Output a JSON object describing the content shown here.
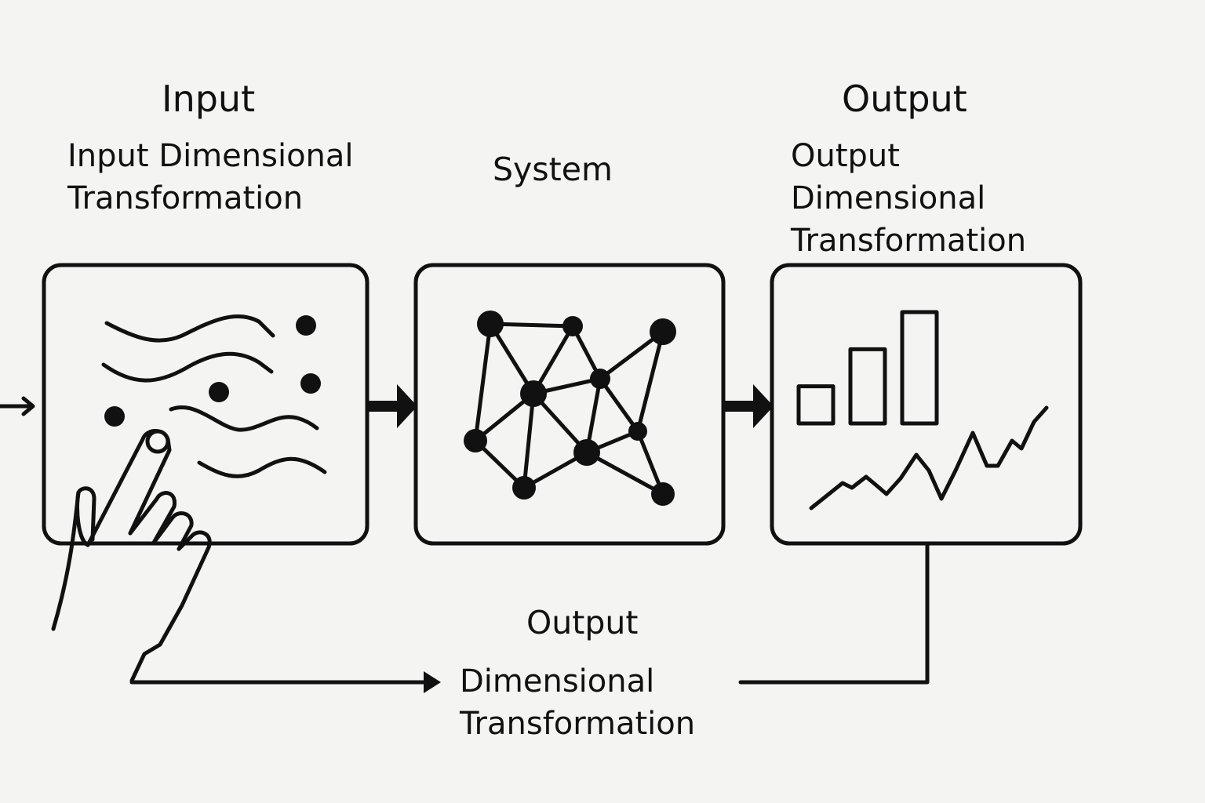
{
  "input": {
    "title": "Input",
    "subtitle_lines": [
      "Input Dimensional",
      "Transformation"
    ]
  },
  "system": {
    "title": "System"
  },
  "output": {
    "title": "Output",
    "subtitle_lines": [
      "Output",
      "Dimensional",
      "Transformation"
    ]
  },
  "feedback": {
    "title": "Output",
    "subtitle_lines": [
      "Dimensional",
      "Transformation"
    ]
  },
  "output_chart": {
    "bars": [
      1,
      2,
      3
    ]
  },
  "icons": {
    "input_panel": "waves-and-dots-icon",
    "hand": "pointing-hand-icon",
    "system_panel": "network-graph-icon",
    "output_bars": "bar-chart-icon",
    "output_line": "line-chart-icon"
  },
  "colors": {
    "background": "#f4f4f3",
    "ink": "#111111"
  }
}
